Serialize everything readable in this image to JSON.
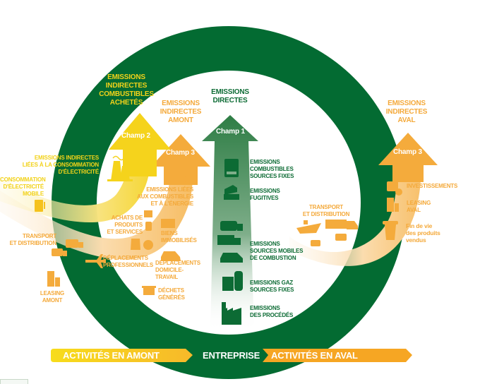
{
  "diagram": {
    "title": "Scopes d'émissions de gaz à effet de serre",
    "colors": {
      "ring_green": "#036b32",
      "scope1_green": "#2e7d45",
      "scope2_yellow": "#f5d31c",
      "scope3_orange": "#f4ab3c",
      "light_orange": "#fbe2bd",
      "white": "#ffffff"
    },
    "headings": {
      "scope2": "EMISSIONS\nINDIRECTES\nCOMBUSTIBLES\nACHETÉS",
      "scope3_upstream": "EMISSIONS\nINDIRECTES\nAMONT",
      "scope1": "EMISSIONS\nDIRECTES",
      "scope3_downstream": "EMISSIONS\nINDIRECTES\nAVAL"
    },
    "arrows": {
      "scope2": "Champ 2",
      "scope3_upstream": "Champ 3",
      "scope1": "Champ 1",
      "scope3_downstream": "Champ 3"
    },
    "scope2_items": [
      {
        "label": "EMISSIONS INDIRECTES\nLIÉES À LA CONSOMMATION\nD'ÉLECTRICITÉ",
        "icon": "power-plant-icon"
      },
      {
        "label": "CONSOMMATION\nD'ÉLECTRICITÉ\nMOBILE",
        "icon": "ev-charger-icon"
      }
    ],
    "scope3_upstream_items": [
      {
        "label": "EMISSIONS LIÉES\nAUX COMBUSTIBLES\nET À L'ÉNERGIE",
        "icon": "oil-pump-icon"
      },
      {
        "label": "ACHATS DE\nPRODUITS\nET SERVICES",
        "icon": "shopping-icon"
      },
      {
        "label": "BIENS\nIMMOBILISÉS",
        "icon": "radiator-icon"
      },
      {
        "label": "DÉPLACEMENTS\nPROFESSIONNELS",
        "icon": "airplane-icon"
      },
      {
        "label": "DÉPLACEMENTS\nDOMICILE-\nTRAVAIL",
        "icon": "car-icon"
      },
      {
        "label": "DÉCHETS\nGÉNÉRÉS",
        "icon": "waste-cart-icon"
      },
      {
        "label": "TRANSPORT\nET DISTRIBUTION",
        "icon": "delivery-truck-icon"
      },
      {
        "label": "LEASING\nAMONT",
        "icon": "building-icon"
      }
    ],
    "scope1_items": [
      {
        "label": "EMISSIONS\nCOMBUSTIBLES\nSOURCES FIXES",
        "icon": "boiler-icon"
      },
      {
        "label": "EMISSIONS\nFUGITIVES",
        "icon": "dump-truck-icon"
      },
      {
        "label": "EMISSIONS\nSOURCES MOBILES\nDE COMBUSTION",
        "icon": "vehicles-icon"
      },
      {
        "label": "EMISSIONS GAZ\nSOURCES FIXES",
        "icon": "gas-plant-icon"
      },
      {
        "label": "EMISSIONS\nDES PROCÉDÉS",
        "icon": "factory-icon"
      }
    ],
    "scope3_downstream_items": [
      {
        "label": "TRANSPORT\nET DISTRIBUTION",
        "icon": "ship-truck-icon"
      },
      {
        "label": "INVESTISSEMENTS",
        "icon": "investment-icon"
      },
      {
        "label": "LEASING\nAVAL",
        "icon": "building-icon"
      },
      {
        "label": "Fin de vie\ndes produits\nvendus",
        "icon": "trash-bin-icon"
      }
    ],
    "bottom_bar": {
      "upstream": "ACTIVITÉS EN AMONT",
      "company": "ENTREPRISE",
      "downstream": "ACTIVITÉS EN AVAL"
    }
  }
}
